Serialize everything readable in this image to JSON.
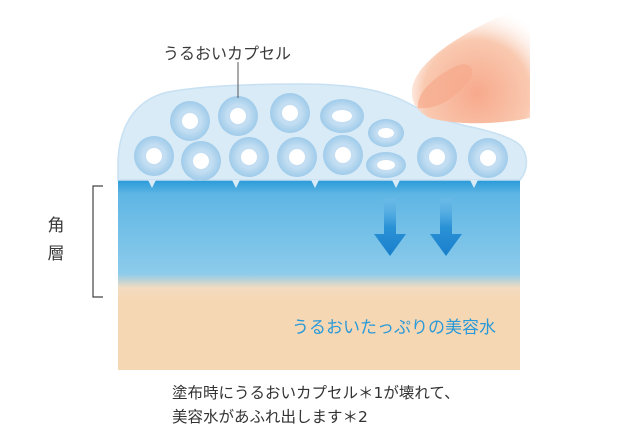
{
  "labels": {
    "capsule": "うるおいカプセル",
    "moisture_water": "うるおいたっぷりの美容水",
    "stratum_corneum_char1": "角",
    "stratum_corneum_char2": "層"
  },
  "caption": {
    "line1": "塗布時にうるおいカプセル＊1が壊れて、",
    "line2": "美容水があふれ出します＊2"
  },
  "colors": {
    "stratum_blue": "#6cbde7",
    "water_text": "#2a9ad8",
    "skin_peach": "#f6d7b4",
    "capsule_layer": "#d7ebf7",
    "capsule_ring": "#aed3ee",
    "arrow_blue": "#1a84cf",
    "finger": "#f6b79a"
  },
  "icons": {
    "finger": "finger-icon",
    "flow_arrow": "down-arrow-icon"
  }
}
